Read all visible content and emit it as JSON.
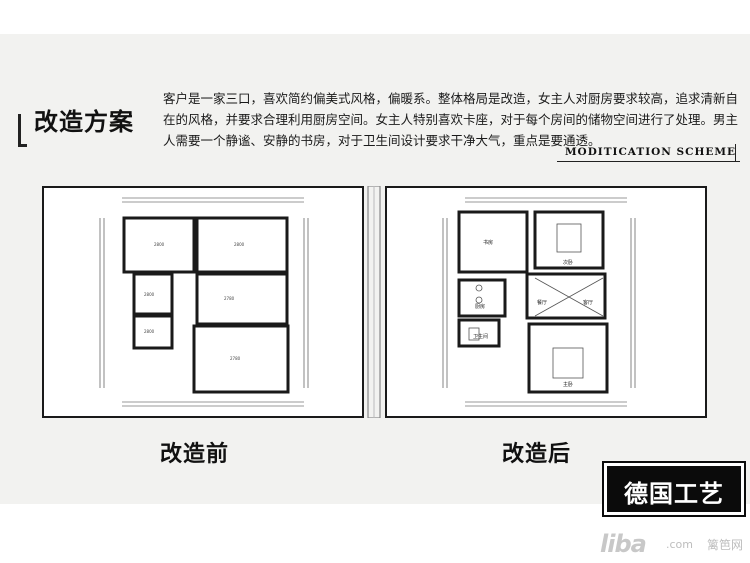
{
  "header": {
    "title": "改造方案",
    "description": "客户是一家三口，喜欢简约偏美式风格，偏暖系。整体格局是改造，女主人对厨房要求较高，追求清新自在的风格，并要求合理利用厨房空间。女主人特别喜欢卡座，对于每个房间的储物空间进行了处理。男主人需要一个静谧、安静的书房，对于卫生间设计要求干净大气，重点是要通透。",
    "subtitle": "MODITICATION SCHEME"
  },
  "plans": {
    "before_caption": "改造前",
    "after_caption": "改造后",
    "after_labels": {
      "room1": "书房",
      "room2": "次卧",
      "room3": "厨房",
      "room4": "餐厅",
      "room5": "客厅",
      "room6": "卫生间",
      "room7": "主卧"
    }
  },
  "badge": {
    "label": "德国工艺"
  },
  "watermark": {
    "logo": "liba",
    "domain": ".com",
    "name": "篱笆网"
  },
  "colors": {
    "line": "#1a1a1a",
    "band": "#f2f2f0",
    "badge": "#0b0b0b"
  }
}
